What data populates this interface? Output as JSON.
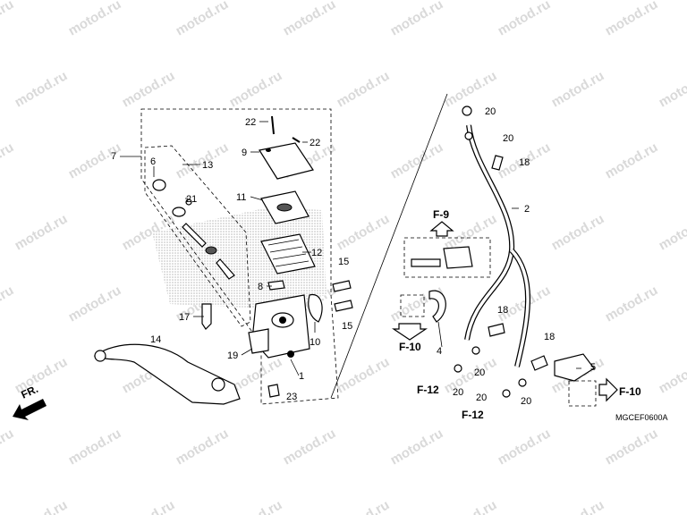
{
  "watermark": "motod.ru",
  "diagram_code": "MGCEF0600A",
  "direction_label": "FR.",
  "labels": {
    "p1": "1",
    "p2": "2",
    "p4": "4",
    "p5": "5",
    "p6": "6",
    "p7": "7",
    "p8": "8",
    "p9": "9",
    "p10": "10",
    "p11": "11",
    "p12": "12",
    "p13": "13",
    "p14": "14",
    "p15a": "15",
    "p15b": "15",
    "p17": "17",
    "p18a": "18",
    "p18b": "18",
    "p18c": "18",
    "p19": "19",
    "p20a": "20",
    "p20b": "20",
    "p20c": "20",
    "p20d": "20",
    "p20e": "20",
    "p20f": "20",
    "p21": "21",
    "p22a": "22",
    "p22b": "22",
    "p23": "23"
  },
  "refs": {
    "f9": "F-9",
    "f10a": "F-10",
    "f10b": "F-10",
    "f12a": "F-12",
    "f12b": "F-12"
  }
}
